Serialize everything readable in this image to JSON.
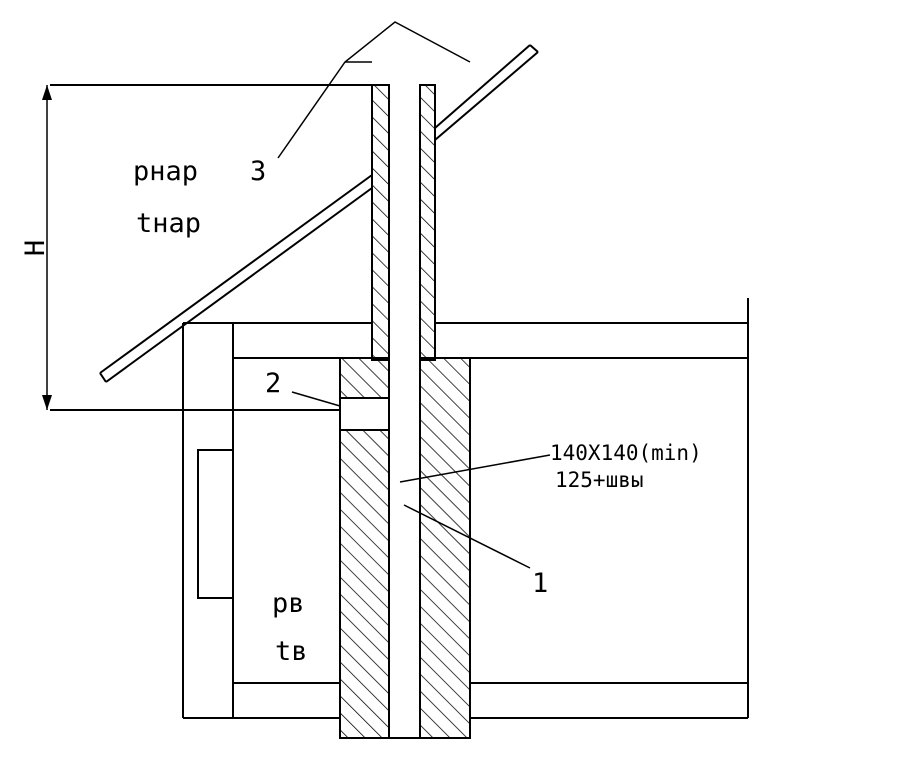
{
  "labels": {
    "p_outside": "pнар",
    "three": "3",
    "t_outside": "tнар",
    "height": "H",
    "two": "2",
    "size_line1": "140X140(min)",
    "size_line2": "125+швы",
    "one": "1",
    "p_inside": "pв",
    "t_inside": "tв"
  },
  "colors": {
    "line": "#000000",
    "background": "#ffffff"
  }
}
